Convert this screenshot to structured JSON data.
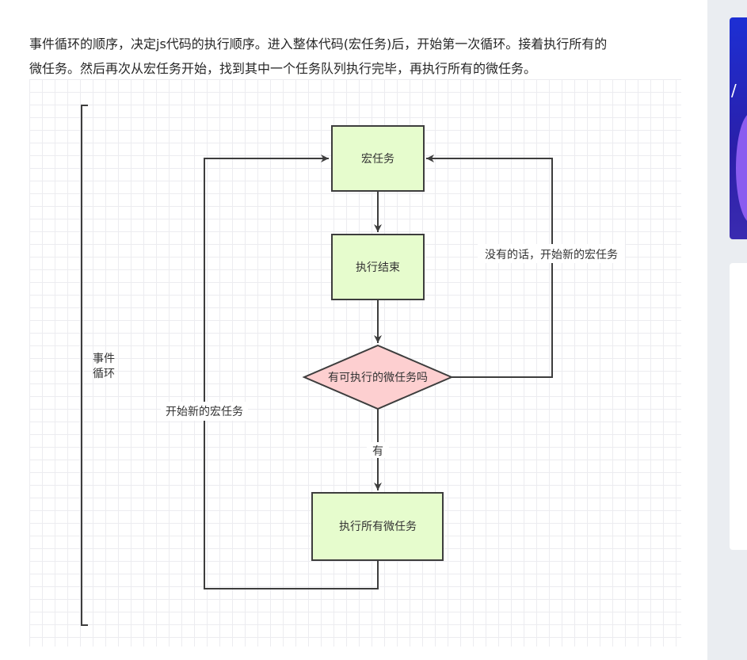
{
  "paragraph": {
    "line1": "事件循环的顺序，决定js代码的执行顺序。进入整体代码(宏任务)后，开始第一次循环。接着执行所有的",
    "line2": "微任务。然后再次从宏任务开始，找到其中一个任务队列执行完毕，再执行所有的微任务。"
  },
  "diagram": {
    "loop_label_line1": "事件",
    "loop_label_line2": "循环",
    "nodes": {
      "macro_task": "宏任务",
      "exec_end": "执行结束",
      "decision": "有可执行的微任务吗",
      "exec_micro": "执行所有微任务"
    },
    "edges": {
      "no_label": "没有的话，开始新的宏任务",
      "yes_label": "有",
      "loop_back_label": "开始新的宏任务"
    },
    "colors": {
      "process_fill": "#e6fccd",
      "decision_fill": "#fdcfd0",
      "stroke": "#3d3d3d"
    }
  },
  "sidebar": {
    "banner_glyph": "/"
  }
}
